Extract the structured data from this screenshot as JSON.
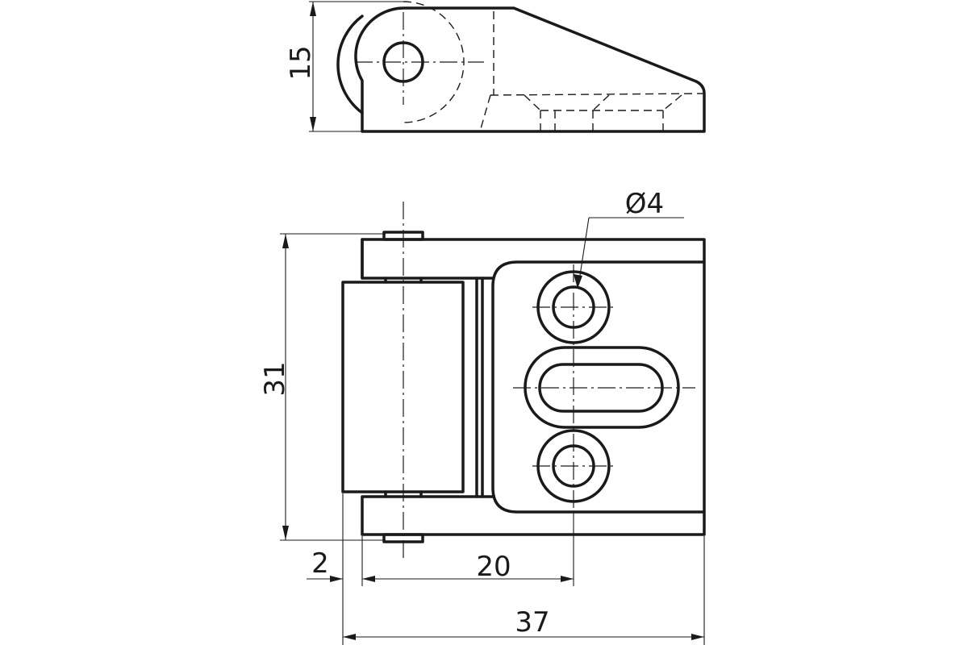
{
  "drawing": {
    "dimensions": {
      "height_top": "15",
      "height_front": "31",
      "hole_diameter": "Ø4",
      "offset": "2",
      "hole_spacing": "20",
      "overall_length": "37"
    }
  }
}
